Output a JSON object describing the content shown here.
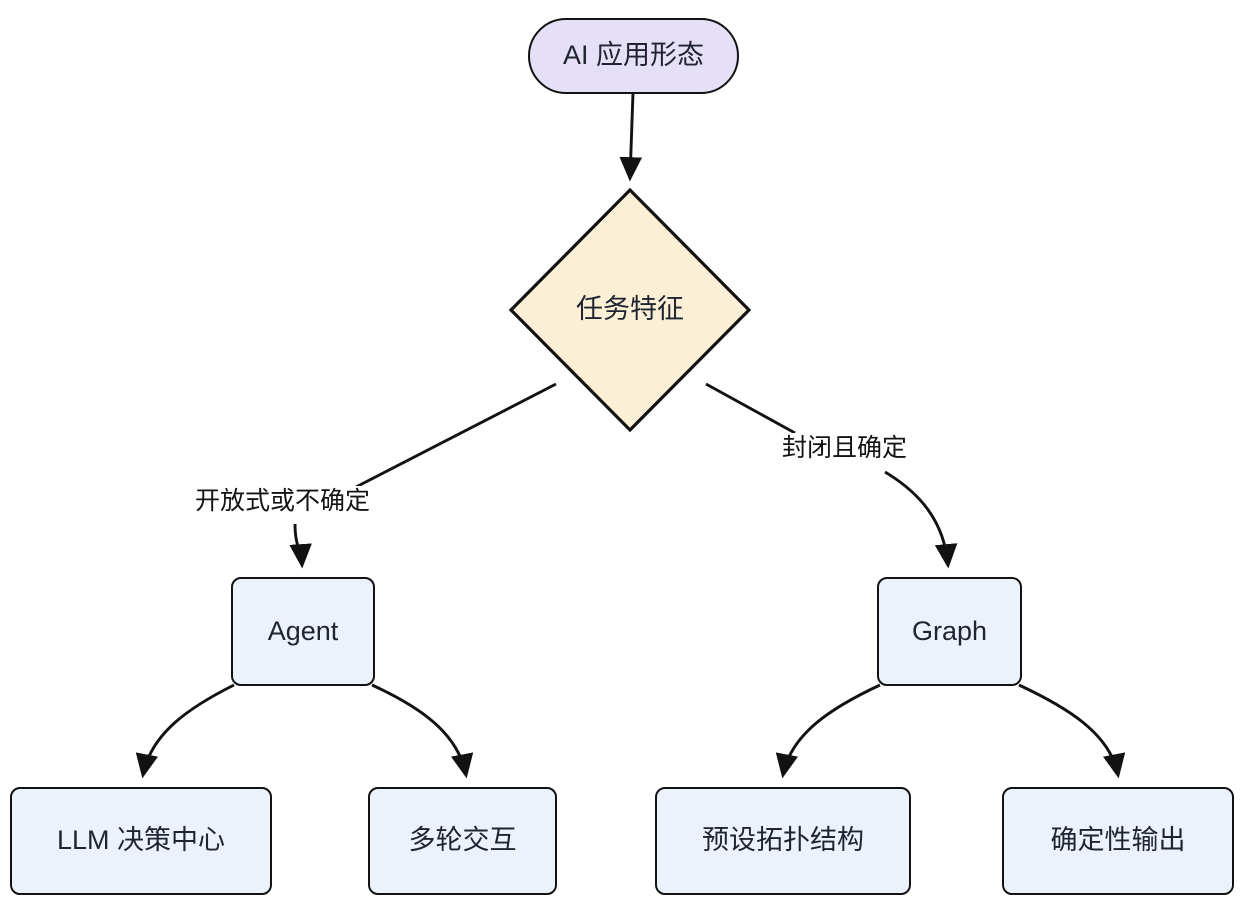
{
  "diagram": {
    "type": "flowchart",
    "direction": "top-down",
    "title": "AI 应用形态",
    "background_color": "#ffffff",
    "edge_color": "#121212",
    "text_color": "#1f2430"
  },
  "nodes": {
    "root": {
      "id": "root",
      "label": "AI 应用形态",
      "shape": "stadium",
      "fill": "#E6DFF8",
      "stroke": "#121212"
    },
    "decision": {
      "id": "decision",
      "label": "任务特征",
      "shape": "diamond",
      "fill": "#FBF0D5",
      "stroke": "#121212"
    },
    "agent": {
      "id": "agent",
      "label": "Agent",
      "shape": "rounded-rect",
      "fill": "#ECF2FC",
      "stroke": "#121212"
    },
    "graph": {
      "id": "graph",
      "label": "Graph",
      "shape": "rounded-rect",
      "fill": "#ECF2FC",
      "stroke": "#121212"
    },
    "llm_core": {
      "id": "llm_core",
      "label": "LLM 决策中心",
      "shape": "rounded-rect",
      "fill": "#ECF2FC",
      "stroke": "#121212"
    },
    "multi_turn": {
      "id": "multi_turn",
      "label": "多轮交互",
      "shape": "rounded-rect",
      "fill": "#ECF2FC",
      "stroke": "#121212"
    },
    "preset_topology": {
      "id": "preset_topology",
      "label": "预设拓扑结构",
      "shape": "rounded-rect",
      "fill": "#ECF2FC",
      "stroke": "#121212"
    },
    "deterministic_output": {
      "id": "deterministic_output",
      "label": "确定性输出",
      "shape": "rounded-rect",
      "fill": "#ECF2FC",
      "stroke": "#121212"
    }
  },
  "edges": [
    {
      "from": "root",
      "to": "decision",
      "label": "",
      "arrow": true
    },
    {
      "from": "decision",
      "to": "agent",
      "label": "开放式或不确定",
      "arrow": true
    },
    {
      "from": "decision",
      "to": "graph",
      "label": "封闭且确定",
      "arrow": true
    },
    {
      "from": "agent",
      "to": "llm_core",
      "label": "",
      "arrow": true
    },
    {
      "from": "agent",
      "to": "multi_turn",
      "label": "",
      "arrow": true
    },
    {
      "from": "graph",
      "to": "preset_topology",
      "label": "",
      "arrow": true
    },
    {
      "from": "graph",
      "to": "deterministic_output",
      "label": "",
      "arrow": true
    }
  ],
  "edge_labels": {
    "open_ended": "开放式或不确定",
    "closed_deterministic": "封闭且确定"
  }
}
